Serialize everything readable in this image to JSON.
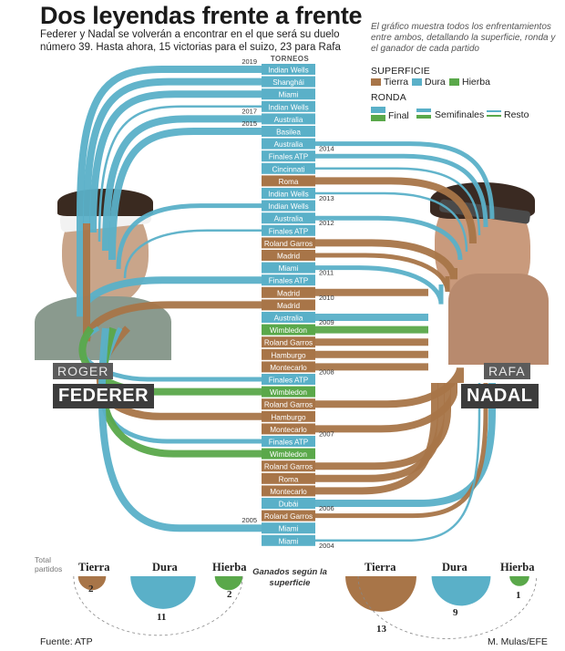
{
  "header": {
    "title": "Dos leyendas frente a frente",
    "subtitle": "Federer y Nadal se volverán a encontrar en el que será su duelo número 39. Hasta ahora, 15 victorias para el suizo, 23 para Rafa",
    "note": "El gráfico muestra todos los enfrentamientos entre ambos, detallando la superficie, ronda y el ganador de cada partido"
  },
  "legend": {
    "surface_title": "SUPERFICIE",
    "surfaces": [
      {
        "label": "Tierra",
        "color": "#a87548"
      },
      {
        "label": "Dura",
        "color": "#5ab0c8"
      },
      {
        "label": "Hierba",
        "color": "#5aa84a"
      }
    ],
    "round_title": "RONDA",
    "rounds": [
      {
        "label": "Final"
      },
      {
        "label": "Semifinales"
      },
      {
        "label": "Resto"
      }
    ]
  },
  "players": {
    "left": {
      "first": "ROGER",
      "last": "FEDERER"
    },
    "right": {
      "first": "RAFA",
      "last": "NADAL"
    }
  },
  "chart_data": {
    "type": "table",
    "column_title": "TORNEOS",
    "colors": {
      "Tierra": "#a87548",
      "Dura": "#5ab0c8",
      "Hierba": "#5aa84a"
    },
    "matches": [
      {
        "tournament": "Indian Wells",
        "surface": "Dura",
        "round": "Final",
        "winner": "Federer",
        "year_label": "2019"
      },
      {
        "tournament": "Shanghái",
        "surface": "Dura",
        "round": "Final",
        "winner": "Federer",
        "year_label": ""
      },
      {
        "tournament": "Miami",
        "surface": "Dura",
        "round": "Final",
        "winner": "Federer",
        "year_label": ""
      },
      {
        "tournament": "Indian Wells",
        "surface": "Dura",
        "round": "Resto",
        "winner": "Federer",
        "year_label": ""
      },
      {
        "tournament": "Australia",
        "surface": "Dura",
        "round": "Final",
        "winner": "Federer",
        "year_label": "2017"
      },
      {
        "tournament": "Basilea",
        "surface": "Dura",
        "round": "Final",
        "winner": "Federer",
        "year_label": "2015"
      },
      {
        "tournament": "Australia",
        "surface": "Dura",
        "round": "Semifinales",
        "winner": "Nadal",
        "year_label": "2014"
      },
      {
        "tournament": "Finales ATP",
        "surface": "Dura",
        "round": "Semifinales",
        "winner": "Nadal",
        "year_label": ""
      },
      {
        "tournament": "Cincinnati",
        "surface": "Dura",
        "round": "Resto",
        "winner": "Nadal",
        "year_label": ""
      },
      {
        "tournament": "Roma",
        "surface": "Tierra",
        "round": "Final",
        "winner": "Nadal",
        "year_label": ""
      },
      {
        "tournament": "Indian Wells",
        "surface": "Dura",
        "round": "Resto",
        "winner": "Nadal",
        "year_label": "2013"
      },
      {
        "tournament": "Indian Wells",
        "surface": "Dura",
        "round": "Semifinales",
        "winner": "Federer",
        "year_label": ""
      },
      {
        "tournament": "Australia",
        "surface": "Dura",
        "round": "Semifinales",
        "winner": "Nadal",
        "year_label": "2012"
      },
      {
        "tournament": "Finales ATP",
        "surface": "Dura",
        "round": "Resto",
        "winner": "Federer",
        "year_label": ""
      },
      {
        "tournament": "Roland Garros",
        "surface": "Tierra",
        "round": "Final",
        "winner": "Nadal",
        "year_label": ""
      },
      {
        "tournament": "Madrid",
        "surface": "Tierra",
        "round": "Semifinales",
        "winner": "Nadal",
        "year_label": ""
      },
      {
        "tournament": "Miami",
        "surface": "Dura",
        "round": "Semifinales",
        "winner": "Nadal",
        "year_label": "2011"
      },
      {
        "tournament": "Finales ATP",
        "surface": "Dura",
        "round": "Final",
        "winner": "Federer",
        "year_label": ""
      },
      {
        "tournament": "Madrid",
        "surface": "Tierra",
        "round": "Final",
        "winner": "Nadal",
        "year_label": "2010"
      },
      {
        "tournament": "Madrid",
        "surface": "Tierra",
        "round": "Final",
        "winner": "Federer",
        "year_label": ""
      },
      {
        "tournament": "Australia",
        "surface": "Dura",
        "round": "Final",
        "winner": "Nadal",
        "year_label": "2009"
      },
      {
        "tournament": "Wimbledon",
        "surface": "Hierba",
        "round": "Final",
        "winner": "Nadal",
        "year_label": ""
      },
      {
        "tournament": "Roland Garros",
        "surface": "Tierra",
        "round": "Final",
        "winner": "Nadal",
        "year_label": ""
      },
      {
        "tournament": "Hamburgo",
        "surface": "Tierra",
        "round": "Final",
        "winner": "Nadal",
        "year_label": ""
      },
      {
        "tournament": "Montecarlo",
        "surface": "Tierra",
        "round": "Final",
        "winner": "Nadal",
        "year_label": "2008"
      },
      {
        "tournament": "Finales ATP",
        "surface": "Dura",
        "round": "Semifinales",
        "winner": "Federer",
        "year_label": ""
      },
      {
        "tournament": "Wimbledon",
        "surface": "Hierba",
        "round": "Final",
        "winner": "Federer",
        "year_label": ""
      },
      {
        "tournament": "Roland Garros",
        "surface": "Tierra",
        "round": "Final",
        "winner": "Nadal",
        "year_label": ""
      },
      {
        "tournament": "Hamburgo",
        "surface": "Tierra",
        "round": "Final",
        "winner": "Federer",
        "year_label": ""
      },
      {
        "tournament": "Montecarlo",
        "surface": "Tierra",
        "round": "Final",
        "winner": "Nadal",
        "year_label": "2007"
      },
      {
        "tournament": "Finales ATP",
        "surface": "Dura",
        "round": "Semifinales",
        "winner": "Federer",
        "year_label": ""
      },
      {
        "tournament": "Wimbledon",
        "surface": "Hierba",
        "round": "Final",
        "winner": "Federer",
        "year_label": ""
      },
      {
        "tournament": "Roland Garros",
        "surface": "Tierra",
        "round": "Final",
        "winner": "Nadal",
        "year_label": ""
      },
      {
        "tournament": "Roma",
        "surface": "Tierra",
        "round": "Final",
        "winner": "Nadal",
        "year_label": ""
      },
      {
        "tournament": "Montecarlo",
        "surface": "Tierra",
        "round": "Final",
        "winner": "Nadal",
        "year_label": ""
      },
      {
        "tournament": "Dubái",
        "surface": "Dura",
        "round": "Final",
        "winner": "Nadal",
        "year_label": "2006"
      },
      {
        "tournament": "Roland Garros",
        "surface": "Tierra",
        "round": "Semifinales",
        "winner": "Nadal",
        "year_label": ""
      },
      {
        "tournament": "Miami",
        "surface": "Dura",
        "round": "Final",
        "winner": "Federer",
        "year_label": "2005"
      },
      {
        "tournament": "Miami",
        "surface": "Dura",
        "round": "Resto",
        "winner": "Nadal",
        "year_label": "2004"
      }
    ]
  },
  "summary": {
    "total_label": "Total partidos",
    "won_label": "Ganados según la superficie",
    "federer": [
      {
        "surface": "Tierra",
        "count": "2"
      },
      {
        "surface": "Dura",
        "count": "11"
      },
      {
        "surface": "Hierba",
        "count": "2"
      }
    ],
    "nadal": [
      {
        "surface": "Tierra",
        "count": "13"
      },
      {
        "surface": "Dura",
        "count": "9"
      },
      {
        "surface": "Hierba",
        "count": "1"
      }
    ]
  },
  "footer": {
    "source": "Fuente: ATP",
    "credit": "M. Mulas/EFE"
  }
}
